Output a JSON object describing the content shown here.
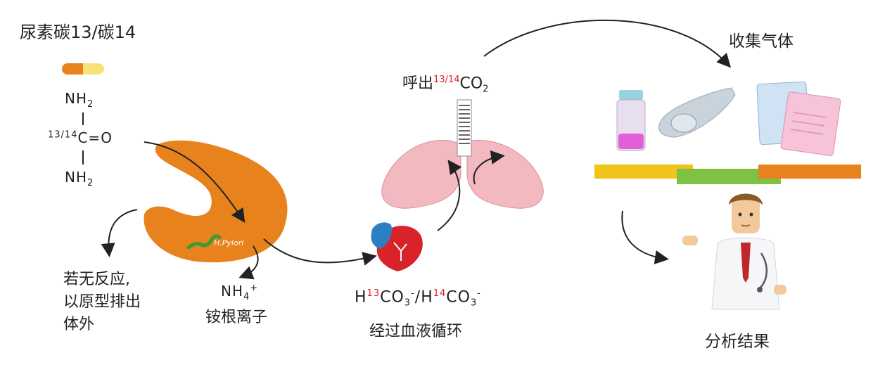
{
  "title": "尿素碳13/碳14",
  "urea": {
    "top_group": "NH",
    "top_sub": "2",
    "carbon_iso": "13/14",
    "carbon_bond": "C=O",
    "bottom_group": "NH",
    "bottom_sub": "2"
  },
  "stomach": {
    "label": "H.Pylori"
  },
  "no_reaction": [
    "若无反应,",
    "以原型排出",
    "体外"
  ],
  "ammonium": {
    "formula": "NH",
    "sub": "4",
    "sup": "+",
    "name": "铵根离子"
  },
  "bicarbonate": {
    "h1": "H",
    "iso1": "13",
    "co1": "CO",
    "sub1": "3",
    "sup1": "-",
    "slash": "/",
    "h2": "H",
    "iso2": "14",
    "co2": "CO",
    "sub2": "3",
    "sup2": "-",
    "caption": "经过血液循环"
  },
  "exhale": {
    "prefix": "呼出",
    "iso": "13/14",
    "co": "CO",
    "sub": "2"
  },
  "collect": "收集气体",
  "result": "分析结果",
  "colors": {
    "stomach": "#e8821c",
    "lung": "#f3b9c0",
    "heart_red": "#d8232a",
    "heart_blue": "#2e7fc2",
    "bar_yellow": "#f0c419",
    "bar_green": "#7fc243",
    "bar_orange": "#e8821c"
  }
}
